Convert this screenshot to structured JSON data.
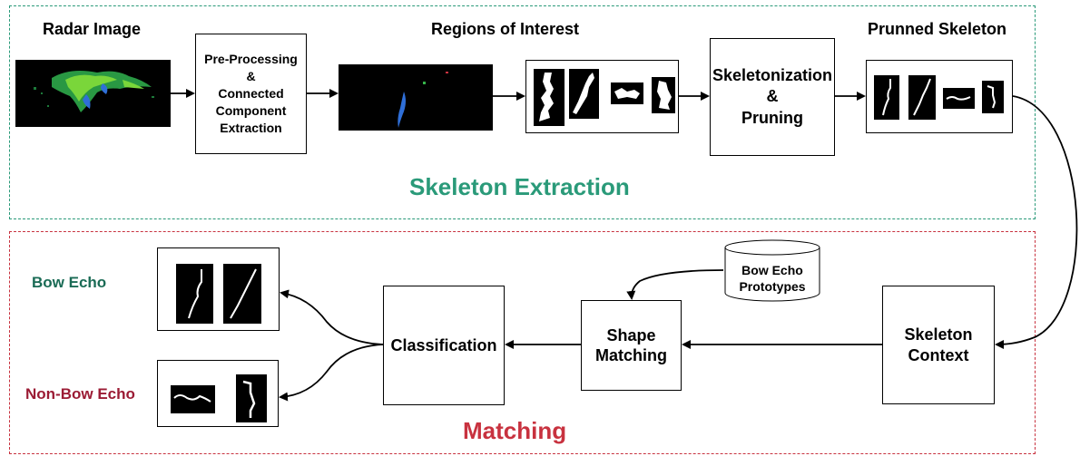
{
  "regions": {
    "skeleton_extraction": {
      "title": "Skeleton Extraction",
      "color": "#2a9a79"
    },
    "matching": {
      "title": "Matching",
      "color": "#c8323f"
    }
  },
  "labels": {
    "radar_image": "Radar Image",
    "regions_of_interest": "Regions of Interest",
    "prunned_skeleton": "Prunned Skeleton",
    "bow_echo": "Bow Echo",
    "non_bow_echo": "Non-Bow Echo"
  },
  "boxes": {
    "preprocessing": "Pre-Processing\n&\nConnected\nComponent\nExtraction",
    "skeletonization": "Skeletonization\n&\nPruning",
    "classification": "Classification",
    "shape_matching": "Shape\nMatching",
    "skeleton_context": "Skeleton\nContext"
  },
  "database": {
    "label": "Bow Echo\nPrototypes",
    "icon": "database-cylinder-icon"
  }
}
